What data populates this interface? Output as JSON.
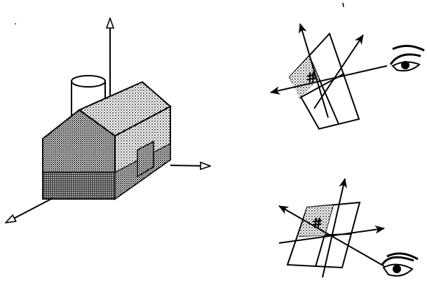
{
  "figure": {
    "panels": [
      {
        "id": "house-with-axes",
        "description_icons": [
          "axis-arrow-icon",
          "house-icon",
          "cylinder-icon"
        ]
      },
      {
        "id": "view-plane-top",
        "symbol": "#",
        "icons": [
          "eye-icon"
        ]
      },
      {
        "id": "view-plane-bottom",
        "symbol": "#",
        "icons": [
          "eye-icon"
        ]
      }
    ],
    "colors": {
      "ink": "#000000",
      "paper": "#ffffff",
      "shade_light": "#cfcfcf",
      "shade_mid": "#9a9a9a",
      "shade_dark": "#6a6a6a"
    }
  }
}
